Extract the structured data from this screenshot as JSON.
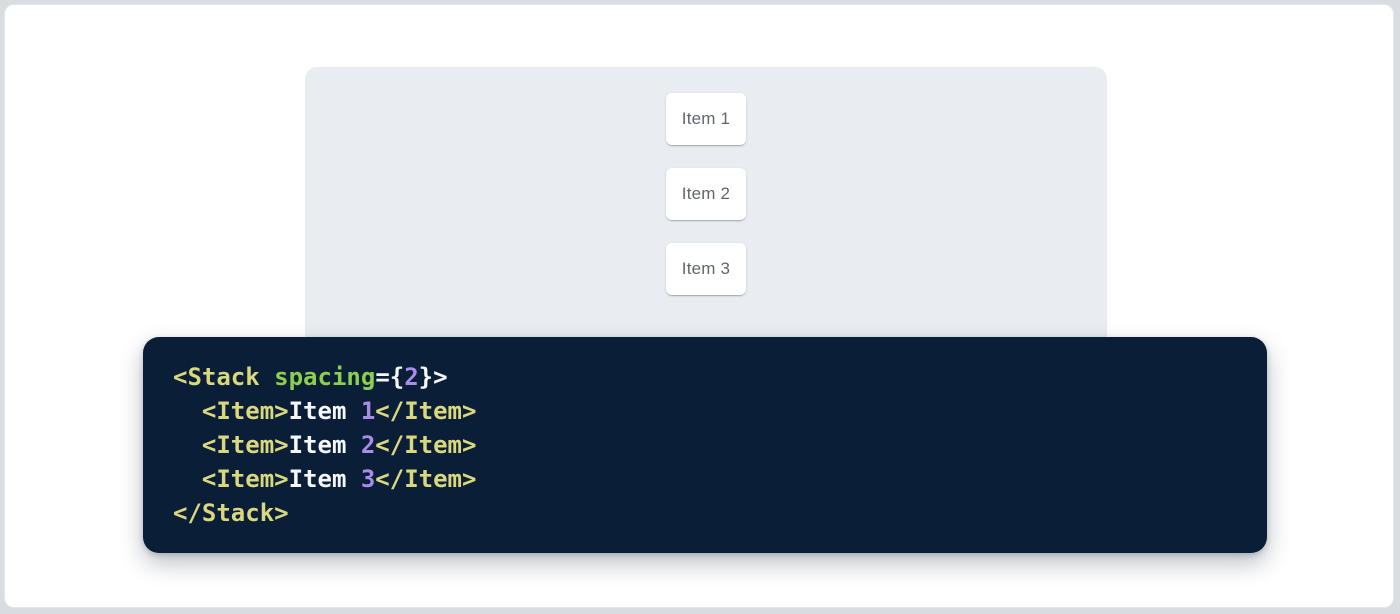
{
  "window": {
    "outer_background": "#d9dde2",
    "background": "#ffffff",
    "border_color": "#e4e7eb"
  },
  "demo_panel": {
    "background": "#e9edf2",
    "item_text_color": "#60666b",
    "items": [
      {
        "label": "Item 1"
      },
      {
        "label": "Item 2"
      },
      {
        "label": "Item 3"
      }
    ]
  },
  "code_block": {
    "background": "#0a1e37",
    "colors": {
      "tag": "#dbd77d",
      "attribute": "#8ccf4f",
      "number": "#a88ce8",
      "plain": "#f4f6f8"
    },
    "lines": [
      {
        "segments": [
          {
            "text": "<Stack ",
            "color": "tag"
          },
          {
            "text": "spacing",
            "color": "attribute"
          },
          {
            "text": "={",
            "color": "plain"
          },
          {
            "text": "2",
            "color": "number"
          },
          {
            "text": "}>",
            "color": "plain"
          }
        ]
      },
      {
        "segments": [
          {
            "text": "  <Item>",
            "color": "tag"
          },
          {
            "text": "Item ",
            "color": "plain"
          },
          {
            "text": "1",
            "color": "number"
          },
          {
            "text": "</Item>",
            "color": "tag"
          }
        ]
      },
      {
        "segments": [
          {
            "text": "  <Item>",
            "color": "tag"
          },
          {
            "text": "Item ",
            "color": "plain"
          },
          {
            "text": "2",
            "color": "number"
          },
          {
            "text": "</Item>",
            "color": "tag"
          }
        ]
      },
      {
        "segments": [
          {
            "text": "  <Item>",
            "color": "tag"
          },
          {
            "text": "Item ",
            "color": "plain"
          },
          {
            "text": "3",
            "color": "number"
          },
          {
            "text": "</Item>",
            "color": "tag"
          }
        ]
      },
      {
        "segments": [
          {
            "text": "</Stack>",
            "color": "tag"
          }
        ]
      }
    ]
  }
}
